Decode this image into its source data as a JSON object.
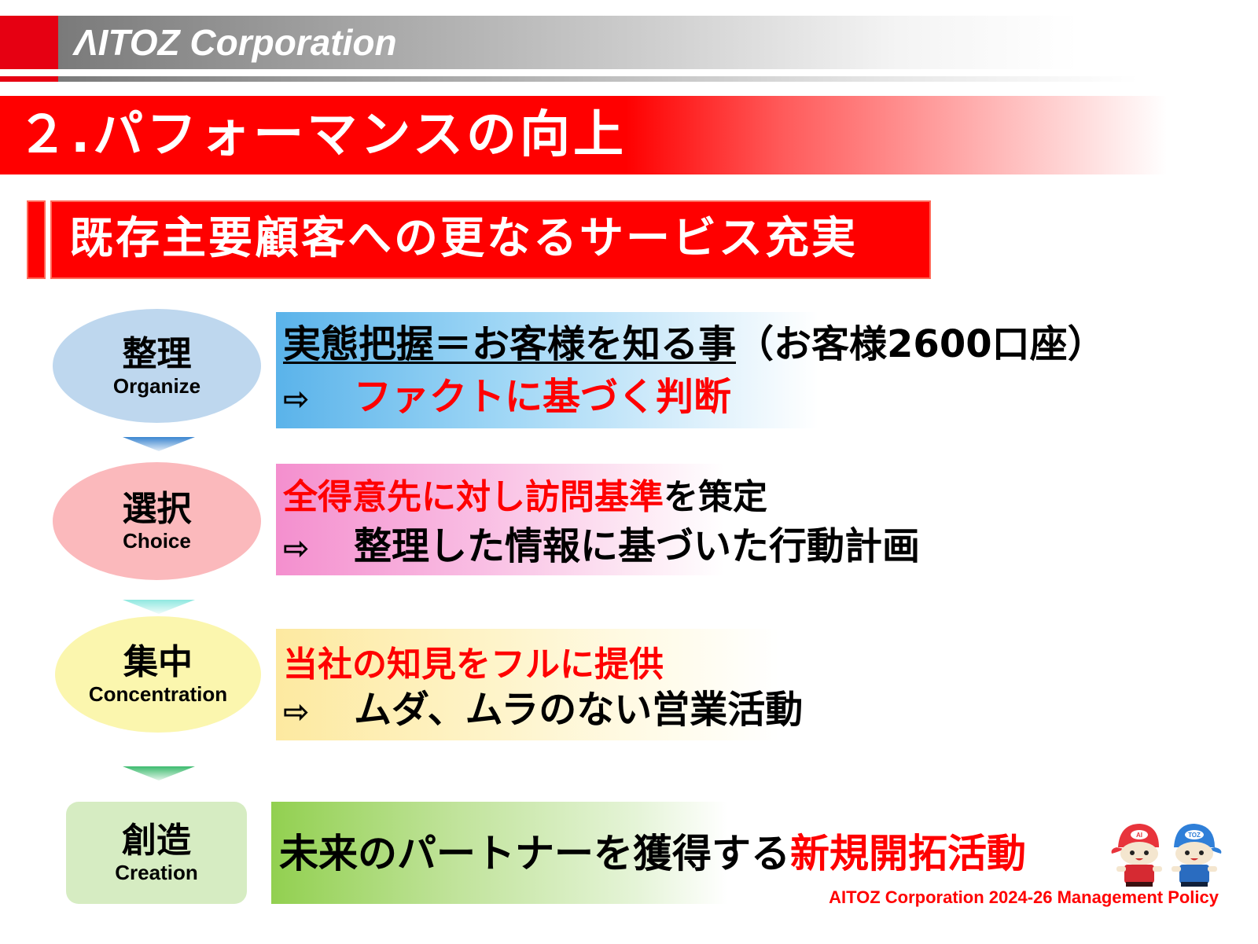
{
  "header": {
    "logo_text": "ΛITOZ Corporation",
    "colors": {
      "accent_red": "#e60012",
      "gray_start": "#7a7a7a"
    }
  },
  "title": {
    "text": "２.パフォーマンスの向上",
    "color": "#ff0000"
  },
  "subtitle": {
    "text": "既存主要顧客への更なるサービス充実"
  },
  "steps": [
    {
      "jp": "整理",
      "en": "Organize",
      "shape": "ellipse",
      "color": "#bed7ee",
      "line1": {
        "underlined": "実態把握＝お客様を知る事",
        "note": "（お客様2600口座）"
      },
      "line2": {
        "arrow": "⇨",
        "text": "ファクトに基づく判断",
        "text_color": "#ff0000"
      }
    },
    {
      "jp": "選択",
      "en": "Choice",
      "shape": "ellipse",
      "color": "#fbb9bc",
      "line1": {
        "red": "全得意先に対し訪問基準",
        "black": "を策定"
      },
      "line2": {
        "arrow": "⇨",
        "text": "整理した情報に基づいた行動計画"
      }
    },
    {
      "jp": "集中",
      "en": "Concentration",
      "shape": "ellipse",
      "color": "#fbf6ae",
      "line1": {
        "red": "当社の知見をフルに提供"
      },
      "line2": {
        "arrow": "⇨",
        "text": "ムダ、ムラのない営業活動"
      }
    },
    {
      "jp": "創造",
      "en": "Creation",
      "shape": "rounded-rect",
      "color": "#d6ecc2",
      "line1": {
        "black": "未来のパートナーを獲得する",
        "red": "新規開拓活動"
      }
    }
  ],
  "mascots": [
    {
      "name": "AI",
      "color": "#e8343c"
    },
    {
      "name": "TOZ",
      "color": "#2f7fd8"
    }
  ],
  "footer": {
    "text": "AITOZ Corporation 2024-26 Management Policy"
  }
}
